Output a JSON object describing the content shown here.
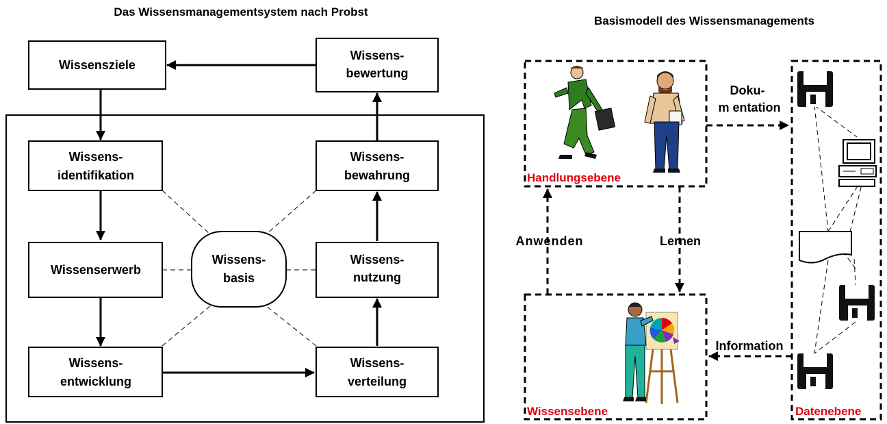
{
  "left": {
    "title": "Das Wissensmanagementsystem nach Probst",
    "boxes": {
      "ziele": [
        "Wissensziele"
      ],
      "bewertung": [
        "Wissens-",
        "bewertung"
      ],
      "identifikation": [
        "Wissens-",
        "identifikation"
      ],
      "bewahrung": [
        "Wissens-",
        "bewahrung"
      ],
      "erwerb": [
        "Wissenserwerb"
      ],
      "nutzung": [
        "Wissens-",
        "nutzung"
      ],
      "entwicklung": [
        "Wissens-",
        "entwicklung"
      ],
      "verteilung": [
        "Wissens-",
        "verteilung"
      ],
      "basis": [
        "Wissens-",
        "basis"
      ]
    }
  },
  "right": {
    "title": "Basismodell des Wissensmanagements",
    "handlung_label": "Handlungsebene",
    "wissen_label": "Wissensebene",
    "daten_label": "Datenebene",
    "doku_label": [
      "Doku-",
      "m entation"
    ],
    "anwenden_label": "Anwenden",
    "lernen_label": "Lernen",
    "information_label": "Information"
  },
  "colors": {
    "accent_red": "#e3000f",
    "stroke": "#000000"
  }
}
